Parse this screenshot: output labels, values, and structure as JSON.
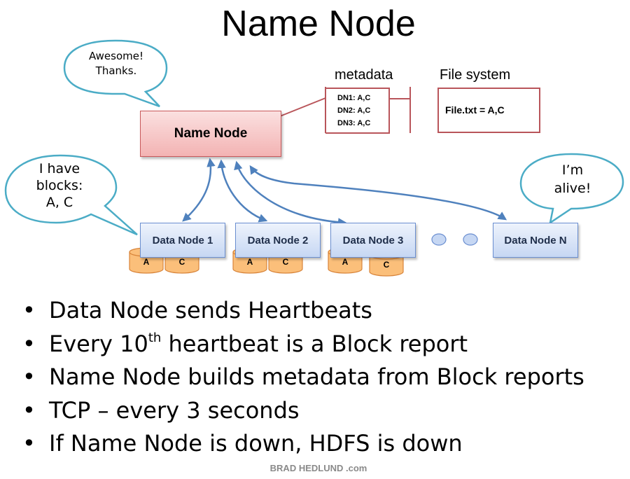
{
  "title": "Name Node",
  "bubbles": {
    "name_node": "Awesome!\nThanks.",
    "data_node_1": "I have\nblocks:\nA, C",
    "data_node_n": "I’m\nalive!"
  },
  "name_node_label": "Name Node",
  "metadata": {
    "label": "metadata",
    "lines": "DN1: A,C\nDN2: A,C\nDN3: A,C"
  },
  "file_system": {
    "label": "File system",
    "entry": "File.txt = A,C"
  },
  "data_nodes": [
    {
      "label": "Data Node 1",
      "blocks": [
        "A",
        "C"
      ]
    },
    {
      "label": "Data Node 2",
      "blocks": [
        "A",
        "C"
      ]
    },
    {
      "label": "Data Node 3",
      "blocks": [
        "A",
        "C"
      ]
    },
    {
      "label": "Data Node N",
      "blocks": []
    }
  ],
  "bullets": [
    {
      "text": "Data Node sends Heartbeats"
    },
    {
      "pre": "Every 10",
      "sup": "th",
      "post": " heartbeat is a Block report"
    },
    {
      "text": "Name Node builds metadata from Block reports"
    },
    {
      "text": "TCP – every 3 seconds"
    },
    {
      "text": "If Name Node is down, HDFS is down"
    }
  ],
  "bullet_symbol": "•",
  "credit": "BRAD HEDLUND .com",
  "colors": {
    "bubble_stroke": "#4bacc6",
    "arrow": "#4f81bd",
    "panel_stroke": "#b9555a",
    "cylinder_fill": "#fbbf7a",
    "cylinder_stroke": "#d8843a"
  }
}
